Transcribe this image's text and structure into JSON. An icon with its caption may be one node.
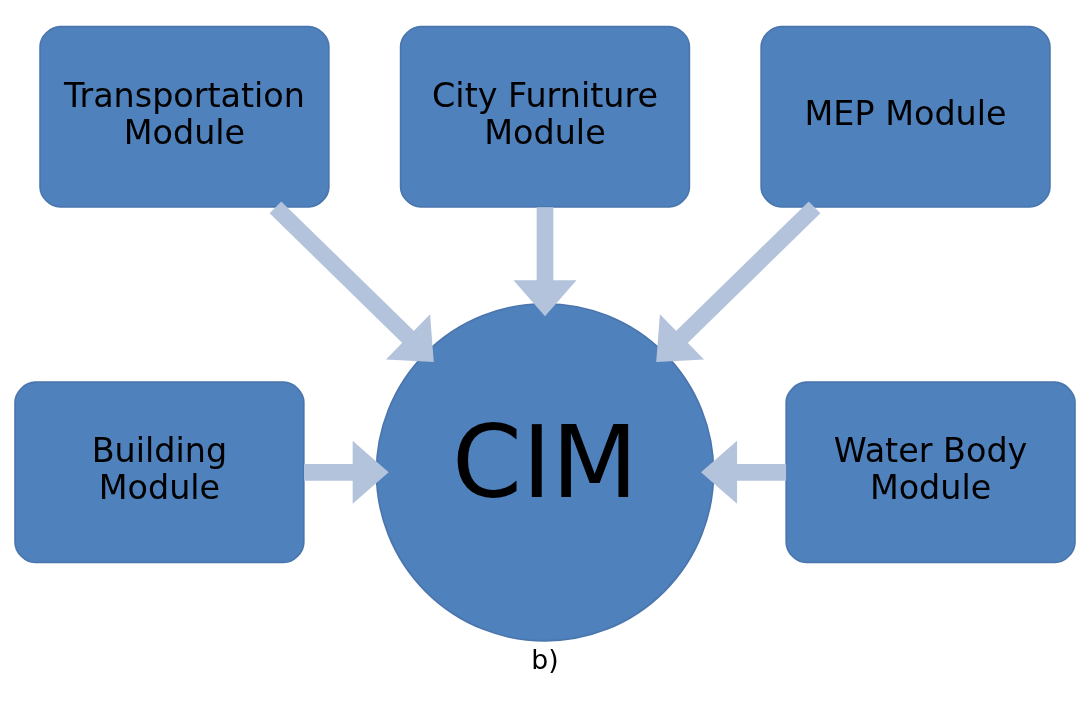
{
  "diagram": {
    "caption": "b)",
    "nodes": [
      {
        "text": [
          "City Furniture Module"
        ]
      },
      {
        "text": [
          "Transportation Module"
        ]
      },
      {
        "text": [
          "MEP Module"
        ]
      },
      {
        "text": [
          "Building Module"
        ]
      },
      {
        "text": [
          "CIM"
        ]
      },
      {
        "text": [
          "Water Body Module"
        ]
      }
    ],
    "edges": [
      {
        "from": 0,
        "to": 4,
        "arrow": "to"
      },
      {
        "from": 1,
        "to": 4,
        "arrow": "to"
      },
      {
        "from": 2,
        "to": 4,
        "arrow": "to"
      },
      {
        "from": 3,
        "to": 4,
        "arrow": "to"
      },
      {
        "from": 5,
        "to": 4,
        "arrow": "to"
      }
    ]
  }
}
